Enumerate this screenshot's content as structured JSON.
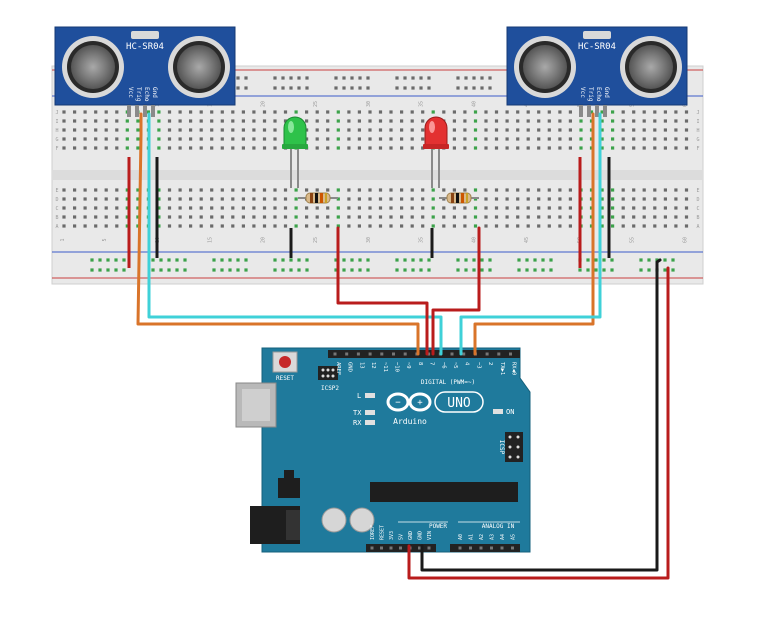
{
  "sensors": [
    {
      "model": "HC-SR04",
      "pins": [
        "Vcc",
        "Trig",
        "Echo",
        "Gnd"
      ]
    },
    {
      "model": "HC-SR04",
      "pins": [
        "Vcc",
        "Trig",
        "Echo",
        "Gnd"
      ]
    }
  ],
  "breadboard": {
    "column_numbers": [
      "1",
      "5",
      "10",
      "15",
      "20",
      "25",
      "30",
      "35",
      "40",
      "45",
      "50",
      "55",
      "60"
    ],
    "row_letters": [
      "A",
      "B",
      "C",
      "D",
      "E",
      "F",
      "G",
      "H",
      "I",
      "J"
    ]
  },
  "leds": [
    {
      "color": "#22c55e",
      "label": "green-led"
    },
    {
      "color": "#ef4444",
      "label": "red-led"
    }
  ],
  "arduino": {
    "reset_label": "RESET",
    "icsp2_label": "ICSP2",
    "icsp_label": "ICSP",
    "l_label": "L",
    "tx_label": "TX",
    "rx_label": "RX",
    "on_label": "ON",
    "brand_label": "Arduino",
    "model_label": "UNO",
    "digital_header_label": "DIGITAL (PWM=~)",
    "power_header_label": "POWER",
    "analog_header_label": "ANALOG IN",
    "digital_pins": [
      "AREF",
      "GND",
      "13",
      "12",
      "~11",
      "~10",
      "~9",
      "8",
      "7",
      "~6",
      "~5",
      "4",
      "~3",
      "2",
      "TX▶1",
      "RX◀0"
    ],
    "power_pins": [
      "IOREF",
      "RESET",
      "3V3",
      "5V",
      "GND",
      "GND",
      "VIN"
    ],
    "analog_pins": [
      "A0",
      "A1",
      "A2",
      "A3",
      "A4",
      "A5"
    ]
  },
  "colors": {
    "board_blue": "#1f7a9c",
    "sensor_blue": "#1f4f9c",
    "wire_red": "#b91c1c",
    "wire_black": "#1a1a1a",
    "wire_cyan": "#3fd1d8",
    "wire_orange": "#d9742a",
    "breadboard": "#ececec",
    "hole_green": "#3ca24a"
  }
}
